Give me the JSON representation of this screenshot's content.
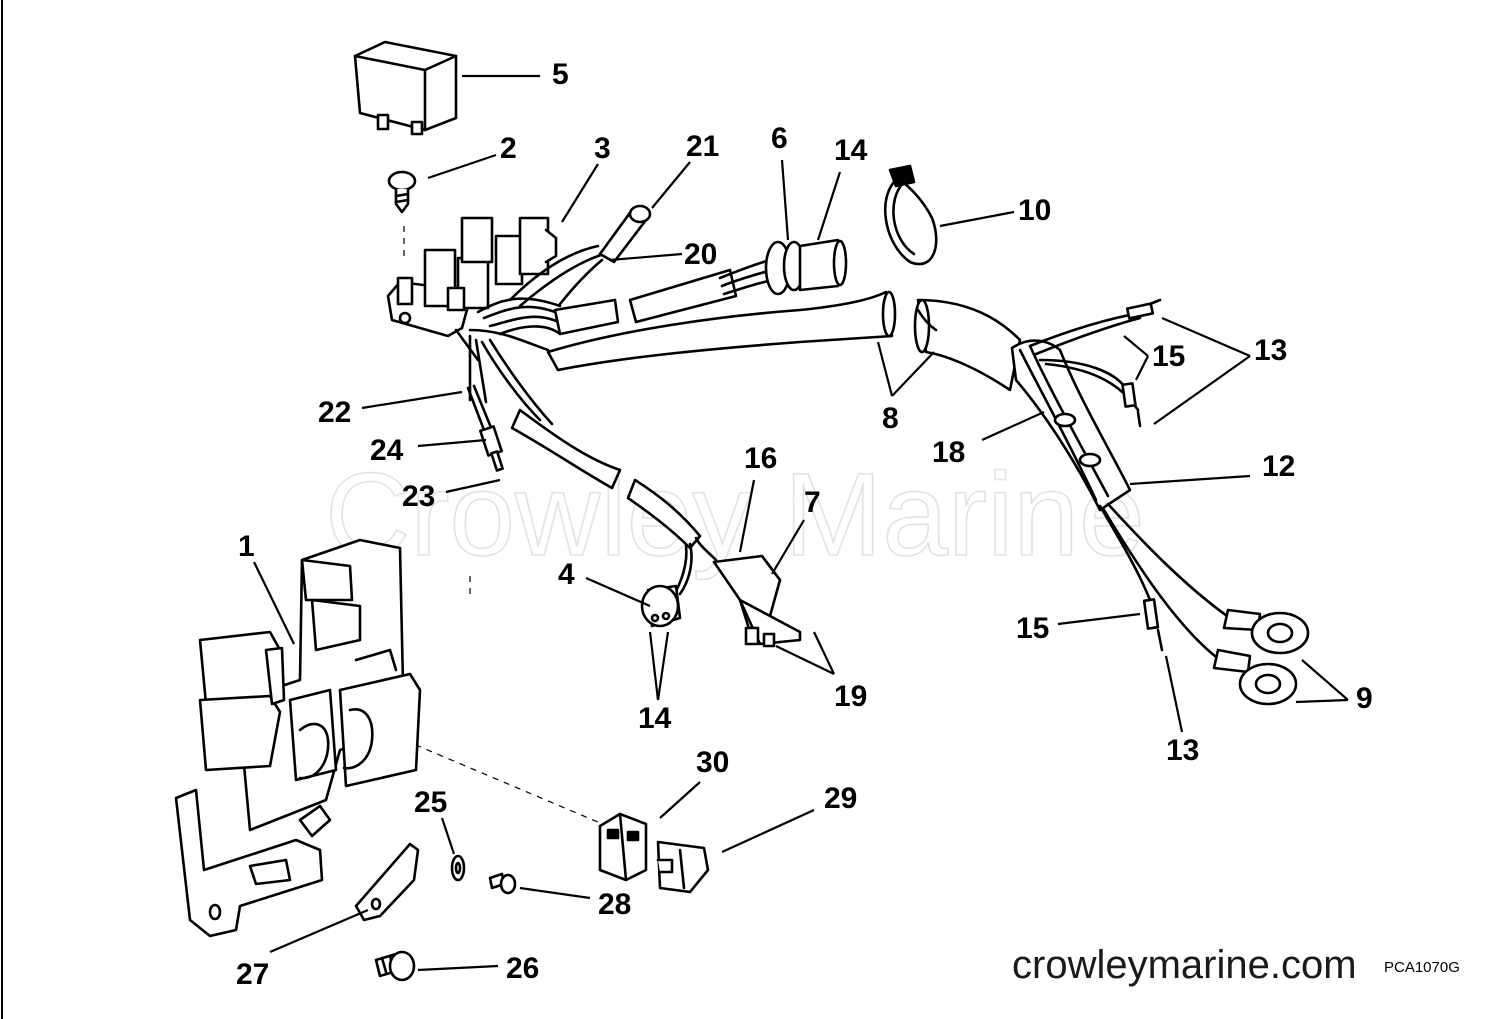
{
  "watermark": "Crowley Marine",
  "site_label": "crowleymarine.com",
  "figure_code": "PCA1070G",
  "callouts": {
    "c1": "1",
    "c2": "2",
    "c3": "3",
    "c4": "4",
    "c5": "5",
    "c6": "6",
    "c7": "7",
    "c8": "8",
    "c9": "9",
    "c10": "10",
    "c12": "12",
    "c13a": "13",
    "c13b": "13",
    "c14a": "14",
    "c14b": "14",
    "c15a": "15",
    "c15b": "15",
    "c16": "16",
    "c18": "18",
    "c19": "19",
    "c20": "20",
    "c21": "21",
    "c22": "22",
    "c23": "23",
    "c24": "24",
    "c25": "25",
    "c26": "26",
    "c27": "27",
    "c28": "28",
    "c29": "29",
    "c30": "30"
  }
}
